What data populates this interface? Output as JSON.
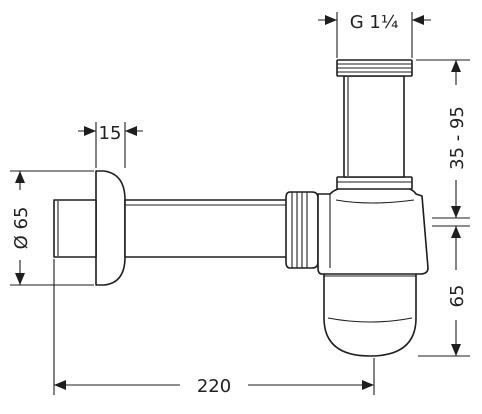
{
  "dimensions": {
    "thread": "G 1¼",
    "rosette_width": "15",
    "rosette_diameter": "Ø 65",
    "height_range": "35 - 95",
    "trap_height": "65",
    "wall_distance": "220"
  }
}
